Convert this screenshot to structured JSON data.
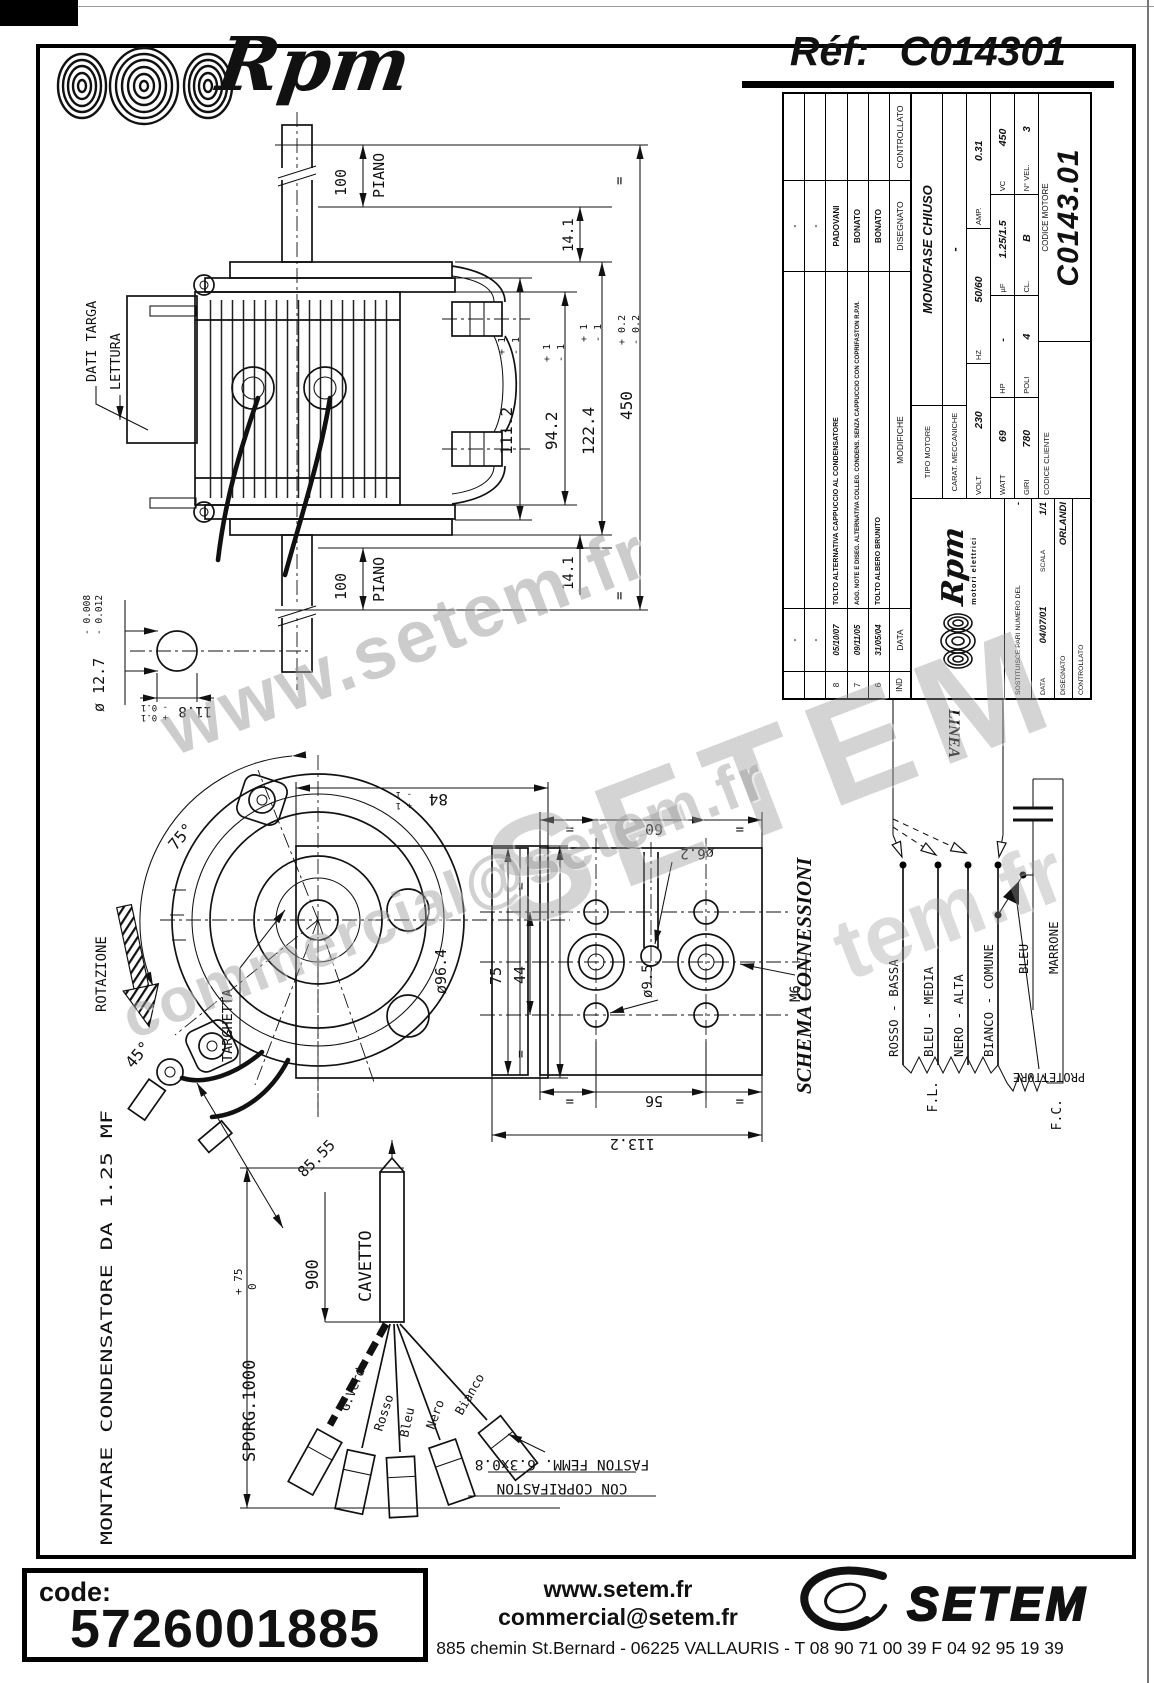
{
  "header": {
    "brand": "Rpm",
    "ref_label": "Réf:",
    "ref_value": "C014301"
  },
  "watermarks": {
    "w1": "www.setem.fr",
    "w2": "SETEM",
    "w3": "commercial@setem.fr",
    "w4": "tem.fr"
  },
  "title_block": {
    "revisions": [
      {
        "ind": "",
        "date": "-",
        "text": "",
        "by": "-"
      },
      {
        "ind": "",
        "date": "-",
        "text": "",
        "by": "-"
      },
      {
        "ind": "8",
        "date": "05/10/07",
        "text": "TOLTO ALTERNATIVA CAPPUCCIO AL CONDENSATORE",
        "by": "PADOVANI"
      },
      {
        "ind": "7",
        "date": "09/11/05",
        "text": "AGG. NOTE E DISEG. ALTERNATIVA COLLEG. CONDENS. SENZA CAPPUCCIO CON COPRIFASTON R.P.M.",
        "by": "BONATO"
      },
      {
        "ind": "6",
        "date": "31/05/04",
        "text": "TOLTO ALBERO BRUNITO",
        "by": "BONATO"
      }
    ],
    "headers": {
      "ind": "IND",
      "data": "DATA",
      "modifiche": "MODIFICHE",
      "disegnato": "DISEGNATO",
      "controllato": "CONTROLLATO"
    },
    "tipo_label": "TIPO MOTORE",
    "tipo_value": "MONOFASE CHIUSO",
    "carat_label": "CARAT. MECCANICHE",
    "carat_value": "-",
    "specs": {
      "volt_l": "VOLT",
      "volt": "230",
      "hz_l": "HZ",
      "hz": "50/60",
      "amp_l": "AMP.",
      "amp": "0.31",
      "watt_l": "WATT",
      "watt": "69",
      "hp_l": "HP",
      "hp": "-",
      "uf_l": "µF",
      "uf": "1.25/1.5",
      "vc_l": "VC",
      "vc": "450",
      "giri_l": "GIRI",
      "giri": "780",
      "poli_l": "POLI",
      "poli": "4",
      "cl_l": "CL.",
      "cl": "B",
      "nvel_l": "N° VEL.",
      "nvel": "3"
    },
    "codice_cliente": "CODICE CLIENTE",
    "codice_motore_label": "CODICE MOTORE",
    "codice_motore": "C0143.01",
    "brand": "Rpm",
    "brand_sub": "motori elettrici",
    "sost_label": "SOSTITUISCE PARI NUMERO DEL",
    "sost_value": "-",
    "data_label": "DATA",
    "data_value": "04/07/01",
    "scala_label": "SCALA",
    "scala_value": "1/1",
    "disegnato": "ORLANDI"
  },
  "side": {
    "d100": "100",
    "piano": "PIANO",
    "eq": "=",
    "d141": "14.1",
    "d1112": "111.2",
    "d942": "94.2",
    "d1224": "122.4",
    "d450": "450",
    "tp1": "+ 1",
    "tm1": "- 1",
    "tp02": "+ 0.2",
    "tm02": "- 0.2",
    "dati_targa": "DATI TARGA",
    "lettura": "LETTURA",
    "dia": "ø 12.7",
    "dtola": "- 0.008",
    "dtolb": "- 0.012",
    "key": "11.8",
    "ktp": "+ 0.1",
    "ktm": "- 0.1"
  },
  "front": {
    "a75": "75°",
    "a45": "45°",
    "rotazione": "ROTAZIONE",
    "targhetta": "TARGHETTA",
    "d84": "84",
    "tp1": "+ 1",
    "tm1": "- 1",
    "dia964": "ø96.4",
    "d8555": "85.55"
  },
  "plate": {
    "d60": "60",
    "dia62": "ø6.2",
    "d75": "75",
    "d44": "44",
    "eq": "=",
    "dia95": "ø9.5",
    "m6": "M6",
    "d56": "56",
    "d1132": "113.2"
  },
  "schema": {
    "title": "SCHEMA CONNESSIONI",
    "linea": "LINEA",
    "w1": "ROSSO - BASSA",
    "w2": "BLEU - MEDIA",
    "w3": "NERO - ALTA",
    "w4": "BIANCO - COMUNE",
    "w5": "BLEU",
    "w6": "MARRONE",
    "fl": "F.L.",
    "fc": "F.C.",
    "protettore": "PROTETTORE"
  },
  "cable": {
    "montare": "MONTARE CONDENSATORE DA 1.25 MF",
    "sporg": "SPORG.1000",
    "stp": "+ 75",
    "st0": "0",
    "d900": "900",
    "cavetto": "CAVETTO",
    "w1": "G.Verde",
    "w2": "Rosso",
    "w3": "Bleu",
    "w4": "Nero",
    "w5": "Bianco",
    "coprifaston": "CON COPRIFASTON",
    "faston": "FASTON FEMM. 6.3x0.8"
  },
  "footer": {
    "code_label": "code:",
    "code_value": "5726001885",
    "url": "www.setem.fr",
    "email": "commercial@setem.fr",
    "address": "885 chemin St.Bernard  -  06225 VALLAURIS  -  T 08 90 71 00 39   F 04 92 95 19 39",
    "logo": "SETEM"
  }
}
